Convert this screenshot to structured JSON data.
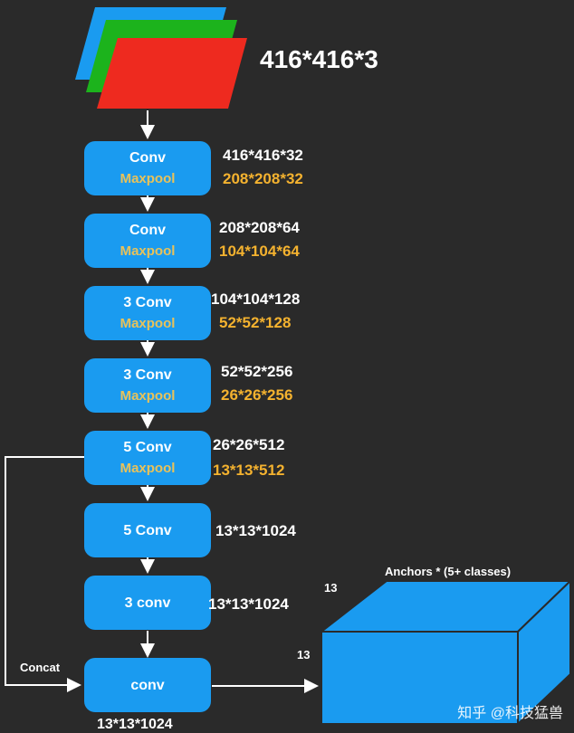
{
  "input": {
    "dims": "416*416*3"
  },
  "blocks": [
    {
      "op": "Conv",
      "pool": "Maxpool",
      "out": "416*416*32",
      "pool_out": "208*208*32"
    },
    {
      "op": "Conv",
      "pool": "Maxpool",
      "out": "208*208*64",
      "pool_out": "104*104*64"
    },
    {
      "op": "3 Conv",
      "pool": "Maxpool",
      "out": "104*104*128",
      "pool_out": "52*52*128"
    },
    {
      "op": "3 Conv",
      "pool": "Maxpool",
      "out": "52*52*256",
      "pool_out": "26*26*256"
    },
    {
      "op": "5 Conv",
      "pool": "Maxpool",
      "out": "26*26*512",
      "pool_out": "13*13*512"
    },
    {
      "op": "5 Conv",
      "out": "13*13*1024"
    },
    {
      "op": "3 conv",
      "out": "13*13*1024"
    },
    {
      "op": "conv",
      "out": "13*13*1024"
    }
  ],
  "concat_label": "Concat",
  "output": {
    "title": "Anchors * (5+ classes)",
    "dim_a": "13",
    "dim_b": "13"
  },
  "watermark": "知乎 @科技猛兽",
  "colors": {
    "background": "#2a2a2a",
    "block": "#1a9bf0",
    "pool_text": "#e8c25a",
    "orange_text": "#f4b22f"
  }
}
